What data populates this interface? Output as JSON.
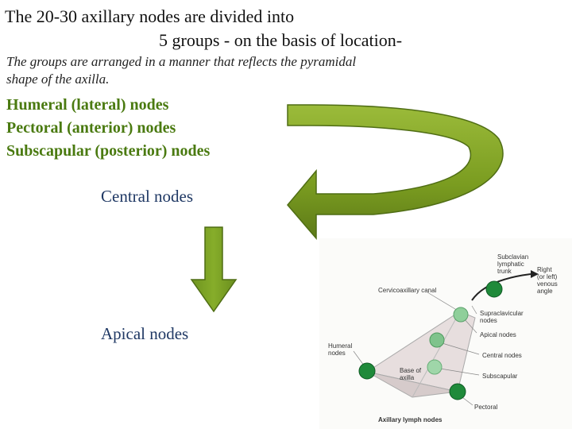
{
  "heading": {
    "line1": "The 20-30 axillary nodes are divided into",
    "line2": "5 groups - on the basis of location-"
  },
  "intro": {
    "line1": "The groups are arranged in a manner that reflects the pyramidal",
    "line2": "shape of the axilla."
  },
  "groups": [
    "Humeral (lateral) nodes",
    "Pectoral (anterior) nodes",
    "Subscapular (posterior) nodes"
  ],
  "central_label": "Central nodes",
  "apical_label": "Apical nodes",
  "colors": {
    "arrow_green": "#7fa020",
    "arrow_dark": "#5b7a1a",
    "node_green": "#1f8a3a",
    "text_green": "#4a7a10",
    "text_blue": "#1f3864"
  },
  "diagram": {
    "labels": {
      "subclavian": [
        "Subclavian",
        "lymphatic",
        "trunk"
      ],
      "venous": [
        "Right",
        "(or left)",
        "venous",
        "angle"
      ],
      "canal": "Cervicoaxillary canal",
      "supraclavicular": [
        "Supraclavicular",
        "nodes"
      ],
      "apical": "Apical nodes",
      "humeral": [
        "Humeral",
        "nodes"
      ],
      "central": "Central nodes",
      "base": [
        "Base of",
        "axilla"
      ],
      "subscapular": "Subscapular",
      "pectoral": "Pectoral",
      "caption": "Axillary lymph nodes"
    }
  }
}
